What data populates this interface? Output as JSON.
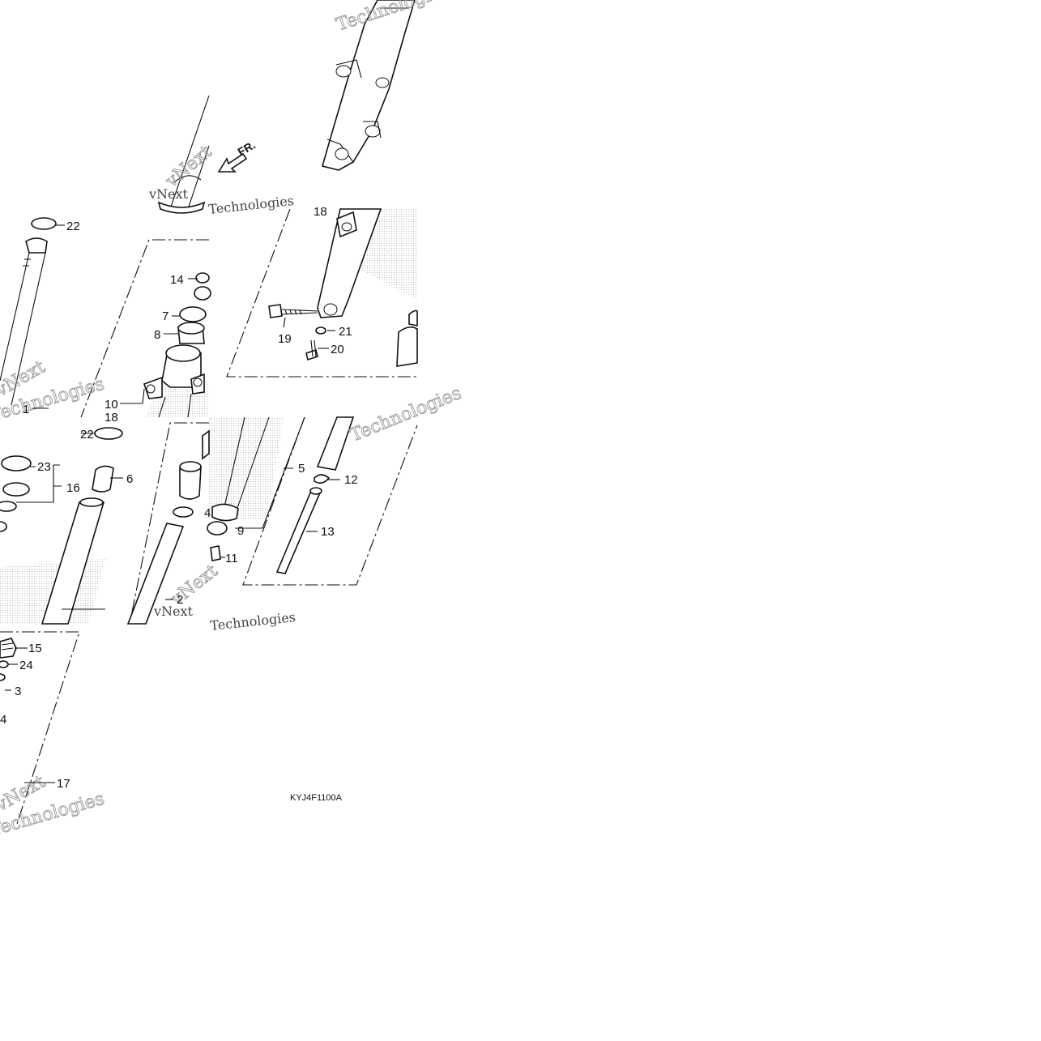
{
  "diagram": {
    "direction_label": "FR.",
    "diagram_code": "KYJ4F1100A",
    "watermark_lines": [
      "vNext",
      "Technologies"
    ],
    "callouts": [
      {
        "id": "c-22a",
        "text": "22"
      },
      {
        "id": "c-14",
        "text": "14"
      },
      {
        "id": "c-7",
        "text": "7"
      },
      {
        "id": "c-8",
        "text": "8"
      },
      {
        "id": "c-10",
        "text": "10"
      },
      {
        "id": "c-18a",
        "text": "18"
      },
      {
        "id": "c-1",
        "text": "1"
      },
      {
        "id": "c-18b",
        "text": "18"
      },
      {
        "id": "c-19",
        "text": "19"
      },
      {
        "id": "c-21",
        "text": "21"
      },
      {
        "id": "c-20",
        "text": "20"
      },
      {
        "id": "c-22b",
        "text": "22"
      },
      {
        "id": "c-23",
        "text": "23"
      },
      {
        "id": "c-16",
        "text": "16"
      },
      {
        "id": "c-6",
        "text": "6"
      },
      {
        "id": "c-4",
        "text": "4"
      },
      {
        "id": "c-2",
        "text": "2"
      },
      {
        "id": "c-5",
        "text": "5"
      },
      {
        "id": "c-9",
        "text": "9"
      },
      {
        "id": "c-11",
        "text": "11"
      },
      {
        "id": "c-12",
        "text": "12"
      },
      {
        "id": "c-13",
        "text": "13"
      },
      {
        "id": "c-15",
        "text": "15"
      },
      {
        "id": "c-24",
        "text": "24"
      },
      {
        "id": "c-3",
        "text": "3"
      },
      {
        "id": "c-4b",
        "text": "4"
      },
      {
        "id": "c-17",
        "text": "17"
      }
    ]
  }
}
